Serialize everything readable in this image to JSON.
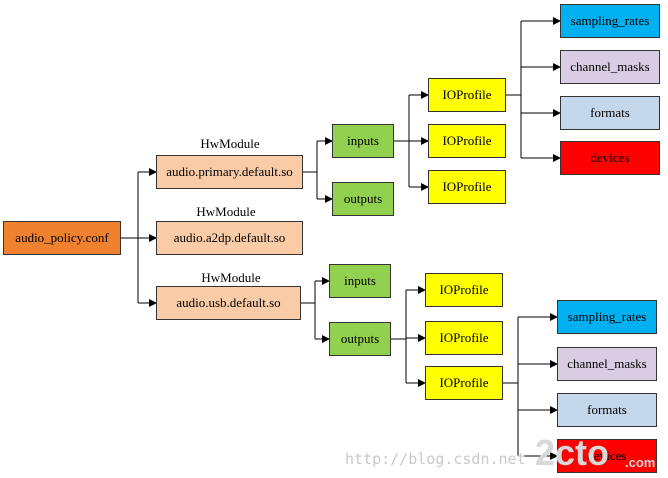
{
  "colors": {
    "root": "#F0822F",
    "module": "#F9CBA6",
    "port": "#92D050",
    "ioprofile": "#FFFF00",
    "sampling_rates": "#00B0F0",
    "channel_masks": "#D9CDE4",
    "formats": "#C5D7EA",
    "devices": "#FF0000",
    "line": "#000000"
  },
  "root": {
    "label": "audio_policy.conf"
  },
  "modules": [
    {
      "caption": "HwModule",
      "label": "audio.primary.default.so"
    },
    {
      "caption": "HwModule",
      "label": "audio.a2dp.default.so"
    },
    {
      "caption": "HwModule",
      "label": "audio.usb.default.so"
    }
  ],
  "primary": {
    "inputs": "inputs",
    "outputs": "outputs",
    "ioprofiles": [
      "IOProfile",
      "IOProfile",
      "IOProfile"
    ],
    "attributes": [
      "sampling_rates",
      "channel_masks",
      "formats",
      "devices"
    ]
  },
  "usb": {
    "inputs": "inputs",
    "outputs": "outputs",
    "ioprofiles": [
      "IOProfile",
      "IOProfile",
      "IOProfile"
    ],
    "attributes": [
      "sampling_rates",
      "channel_masks",
      "formats",
      "devices"
    ]
  },
  "watermark": {
    "url": "http://blog.csdn.net",
    "logo": "2cto",
    "logo_sub": ".com"
  }
}
